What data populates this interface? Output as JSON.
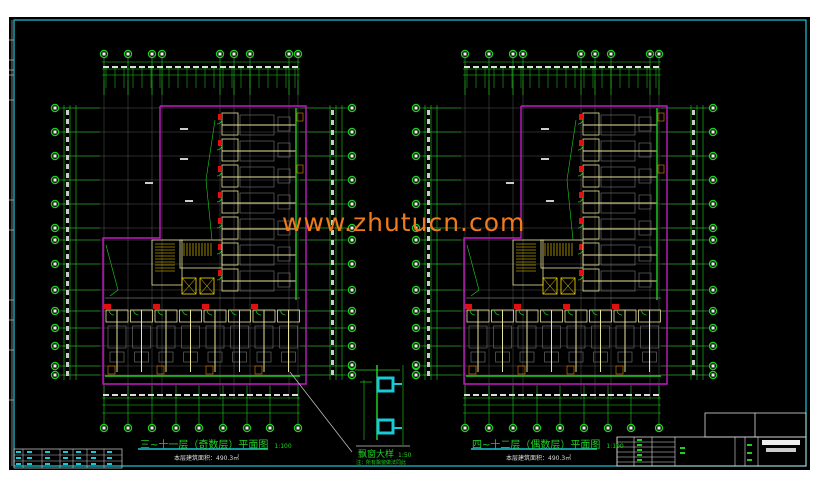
{
  "drawing": {
    "watermark": "www.zhutucn.com",
    "colors": {
      "background": "#000000",
      "frame": "#19c9d6",
      "axis": "#1fd11f",
      "outline": "#c21bc2",
      "walls": "#e8e39a",
      "watermark": "#f07a1e"
    },
    "plans": [
      {
        "title": "三~十一层（奇数层）平面图",
        "scale": "1:100",
        "area_label": "本层建筑面积：490.3㎡"
      },
      {
        "title": "四~十二层（偶数层）平面图",
        "scale": "1:100",
        "area_label": "本层建筑面积：490.3㎡"
      }
    ],
    "detail": {
      "title": "飘窗大样",
      "scale": "1:50",
      "note": "注：所有飘窗做法同此"
    }
  }
}
